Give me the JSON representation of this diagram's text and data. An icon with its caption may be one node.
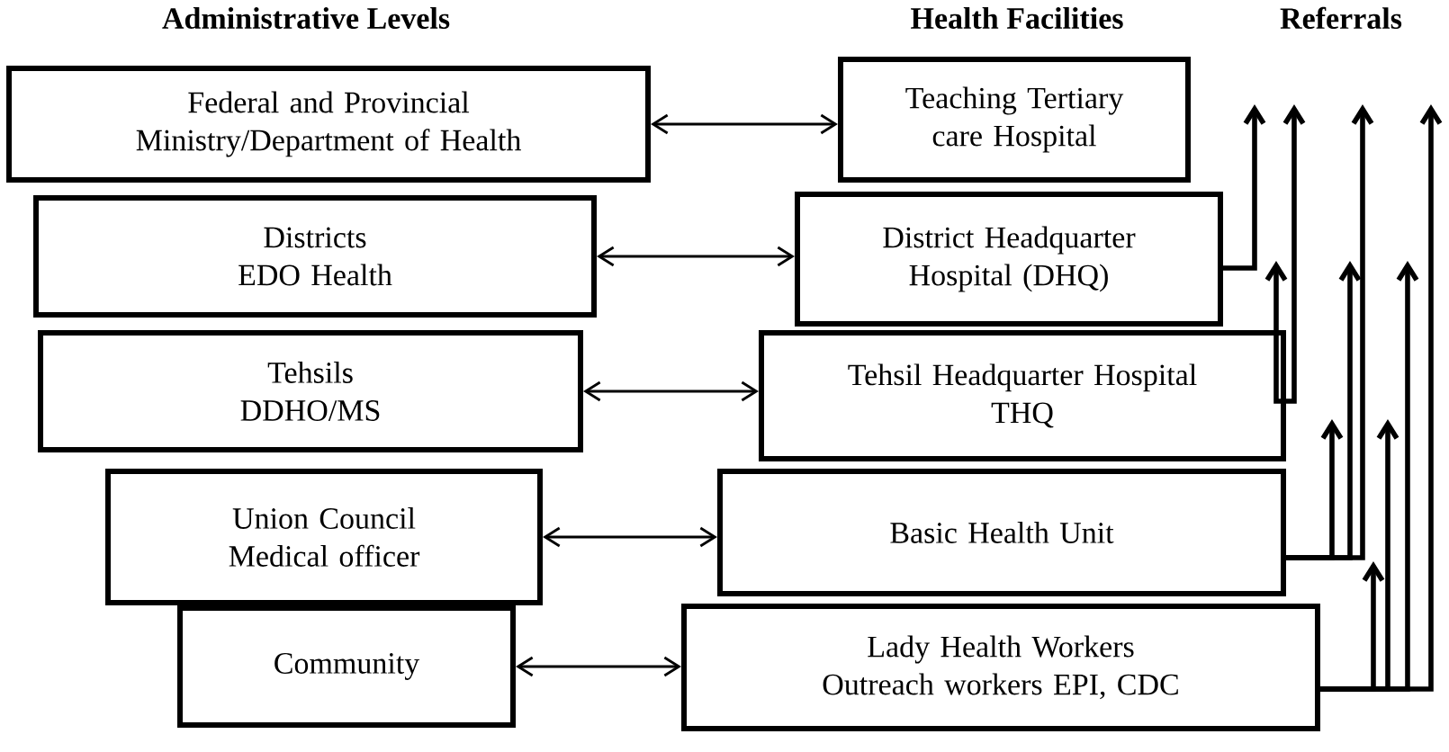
{
  "diagram": {
    "nodes": [
      {
        "text": [
          "Federal and Provincial Ministry/Department of Health"
        ]
      },
      {
        "text": [
          "Districts",
          "EDO Health"
        ]
      },
      {
        "text": [
          "Tehsils",
          "DDHO/MS"
        ]
      },
      {
        "text": [
          "Union Council",
          "Medical officer"
        ]
      },
      {
        "text": [
          "Community"
        ]
      },
      {
        "text": [
          "Teaching Tertiary care Hospital"
        ]
      },
      {
        "text": [
          "District Headquarter Hospital (DHQ)"
        ]
      },
      {
        "text": [
          "Tehsil Headquarter Hospital",
          "THQ"
        ]
      },
      {
        "text": [
          "Basic Health Unit"
        ]
      },
      {
        "text": [
          "Lady Health Workers",
          "Outreach workers EPI, CDC"
        ]
      }
    ],
    "edges": [
      {
        "from": 0,
        "to": 5,
        "arrow": "both"
      },
      {
        "from": 1,
        "to": 6,
        "arrow": "both"
      },
      {
        "from": 2,
        "to": 7,
        "arrow": "both"
      },
      {
        "from": 3,
        "to": 8,
        "arrow": "both"
      },
      {
        "from": 4,
        "to": 9,
        "arrow": "both"
      },
      {
        "from": 6,
        "to": null,
        "arrow": "to"
      },
      {
        "from": 7,
        "to": null,
        "arrow": "to"
      },
      {
        "from": 7,
        "to": null,
        "arrow": "to"
      },
      {
        "from": 8,
        "to": null,
        "arrow": "to"
      },
      {
        "from": 8,
        "to": null,
        "arrow": "to"
      },
      {
        "from": 8,
        "to": null,
        "arrow": "to"
      },
      {
        "from": 9,
        "to": null,
        "arrow": "to"
      },
      {
        "from": 9,
        "to": null,
        "arrow": "to"
      },
      {
        "from": 9,
        "to": null,
        "arrow": "to"
      },
      {
        "from": 9,
        "to": null,
        "arrow": "to"
      }
    ],
    "labels": [
      "Administrative Levels",
      "Health Facilities",
      "Referrals"
    ]
  }
}
